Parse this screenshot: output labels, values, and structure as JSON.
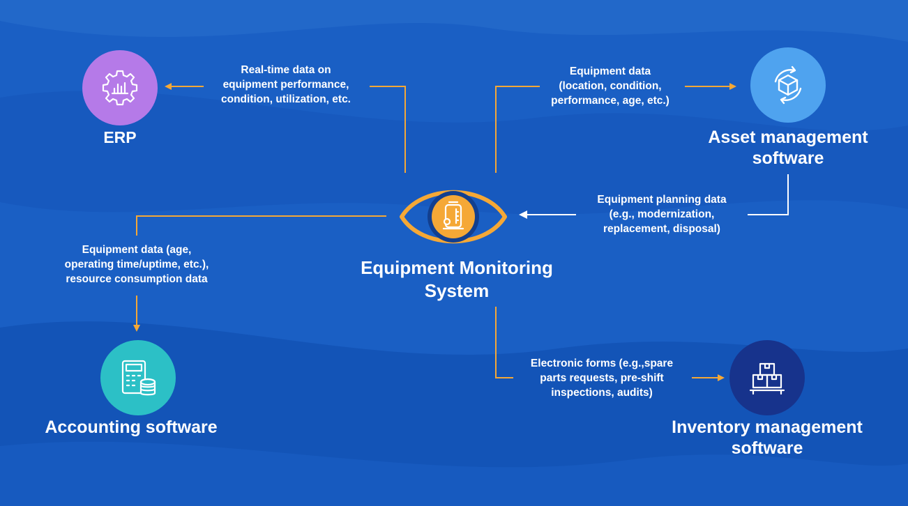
{
  "colors": {
    "background": "#1a5fc4",
    "connector_orange": "#f5a836",
    "connector_white": "#ffffff",
    "erp": "#b57ae8",
    "asset": "#4fa3ef",
    "accounting": "#2cc0c6",
    "inventory": "#17338c",
    "center": "#f5a836"
  },
  "center": {
    "label": "Equipment Monitoring\nSystem",
    "icon": "tank-icon"
  },
  "nodes": {
    "erp": {
      "label": "ERP",
      "icon": "gear-chart-icon"
    },
    "asset": {
      "label": "Asset management\nsoftware",
      "icon": "cube-cycle-icon"
    },
    "accounting": {
      "label": "Accounting software",
      "icon": "calculator-coins-icon"
    },
    "inventory": {
      "label": "Inventory management\nsoftware",
      "icon": "boxes-icon"
    }
  },
  "flows": {
    "to_erp": "Real-time data on\nequipment performance,\ncondition, utilization, etc.",
    "to_asset": "Equipment data\n(location, condition,\nperformance, age, etc.)",
    "from_asset": "Equipment planning data\n(e.g., modernization,\nreplacement, disposal)",
    "to_accounting": "Equipment data (age,\noperating time/uptime, etc.),\nresource consumption data",
    "to_inventory": "Electronic forms (e.g.,spare\nparts requests, pre-shift\ninspections, audits)"
  }
}
